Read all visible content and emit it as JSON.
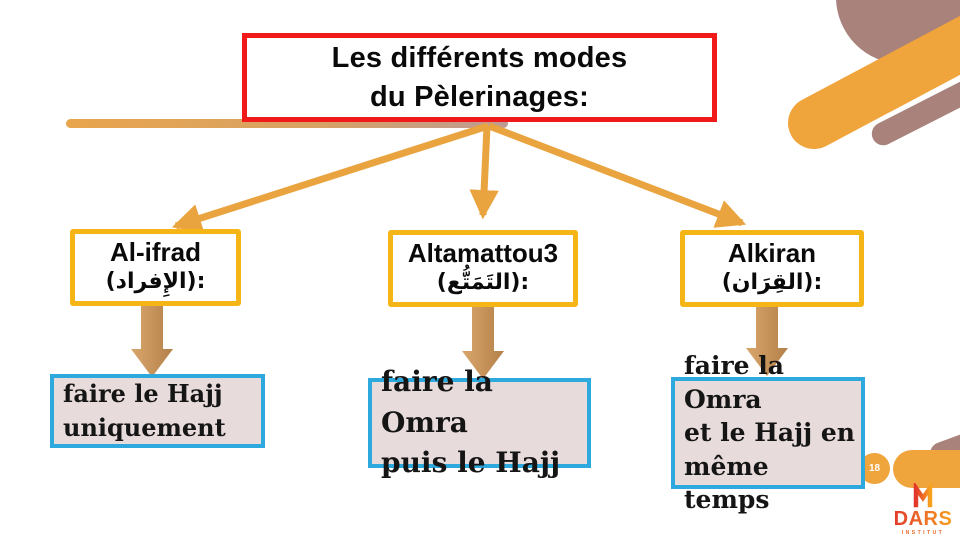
{
  "slide": {
    "title": {
      "line1": "Les différents modes",
      "line2": "du Pèlerinages:"
    },
    "modes": [
      {
        "name": "Al-ifrad",
        "arabic": "(الإِفراد):",
        "description_lines": [
          "faire le Hajj",
          "uniquement"
        ]
      },
      {
        "name": "Altamattou3",
        "arabic": "(التَمَتُّع):",
        "description_lines": [
          "faire la Omra",
          "puis le Hajj"
        ]
      },
      {
        "name": "Alkiran",
        "arabic": "(القِرَان):",
        "description_lines": [
          "faire la Omra",
          "et le Hajj en",
          "même temps"
        ]
      }
    ],
    "page_number": "18",
    "logo": {
      "title": "DARS",
      "subtitle": "INSTITUT"
    }
  },
  "colors": {
    "title_border": "#F01A1A",
    "mode_border": "#F5B517",
    "desc_border": "#2DA9DE",
    "desc_fill": "#E7DBDB",
    "connector_orange": "#EAA43F",
    "block_arrow_start": "#D9A76C",
    "block_arrow_end": "#B4804A",
    "accent_mauve": "#A8827B",
    "accent_orange": "#F0A43C",
    "logo_red": "#E2372C",
    "logo_orange": "#F7A21E",
    "text_black": "#0A0A0A"
  }
}
